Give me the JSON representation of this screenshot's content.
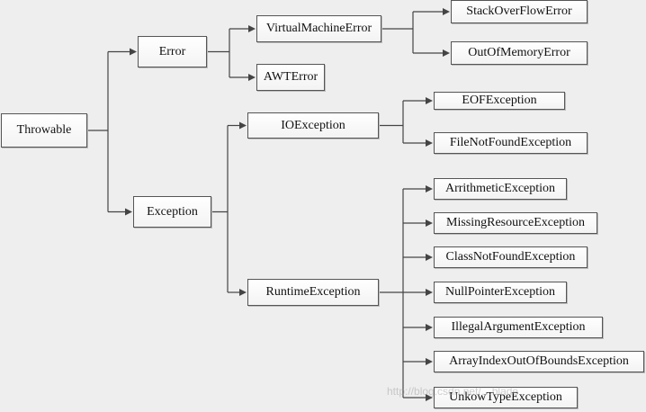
{
  "diagram": {
    "nodes": {
      "throwable": "Throwable",
      "error": "Error",
      "exception": "Exception",
      "virtual_machine_error": "VirtualMachineError",
      "awt_error": "AWTError",
      "stack_overflow_error": "StackOverFlowError",
      "out_of_memory_error": "OutOfMemoryError",
      "io_exception": "IOException",
      "runtime_exception": "RuntimeException",
      "eof_exception": "EOFException",
      "file_not_found_exception": "FileNotFoundException",
      "arithmetic_exception": "ArrithmeticException",
      "missing_resource_exception": "MissingResourceException",
      "class_not_found_exception": "ClassNotFoundException",
      "null_pointer_exception": "NullPointerException",
      "illegal_argument_exception": "IllegalArgumentException",
      "array_index_out_of_bounds_exception": "ArrayIndexOutOfBoundsException",
      "unknown_type_exception": "UnkowTypeException"
    },
    "edges": [
      [
        "throwable",
        "error"
      ],
      [
        "throwable",
        "exception"
      ],
      [
        "error",
        "virtual_machine_error"
      ],
      [
        "error",
        "awt_error"
      ],
      [
        "virtual_machine_error",
        "stack_overflow_error"
      ],
      [
        "virtual_machine_error",
        "out_of_memory_error"
      ],
      [
        "exception",
        "io_exception"
      ],
      [
        "exception",
        "runtime_exception"
      ],
      [
        "io_exception",
        "eof_exception"
      ],
      [
        "io_exception",
        "file_not_found_exception"
      ],
      [
        "runtime_exception",
        "arithmetic_exception"
      ],
      [
        "runtime_exception",
        "missing_resource_exception"
      ],
      [
        "runtime_exception",
        "class_not_found_exception"
      ],
      [
        "runtime_exception",
        "null_pointer_exception"
      ],
      [
        "runtime_exception",
        "illegal_argument_exception"
      ],
      [
        "runtime_exception",
        "array_index_out_of_bounds_exception"
      ],
      [
        "runtime_exception",
        "unknown_type_exception"
      ]
    ]
  },
  "watermark": "http://blog.csdn.net/…blade",
  "colors": {
    "background": "#eeeeee",
    "line": "#444444",
    "box_border": "#555555"
  }
}
